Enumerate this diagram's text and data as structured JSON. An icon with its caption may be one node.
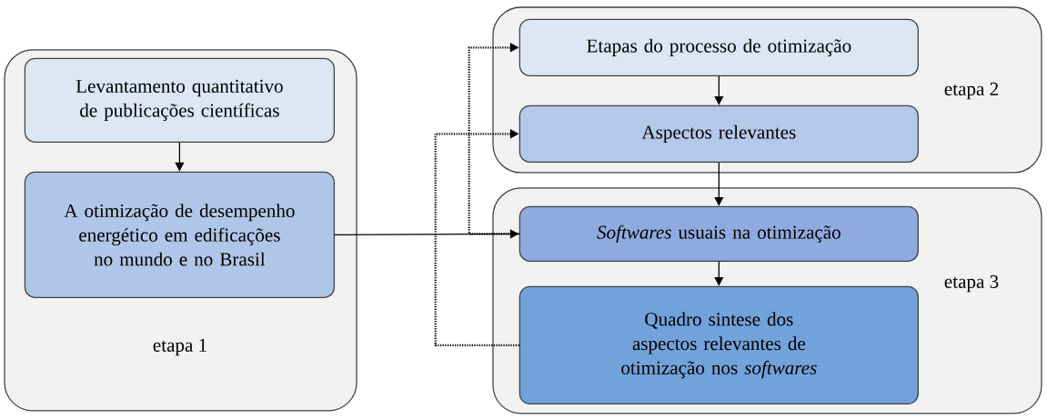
{
  "diagram": {
    "nodes": [
      {
        "text": [
          "etapa 1"
        ]
      },
      {
        "text": [
          "Levantamento quantitativo de publicações científicas"
        ],
        "in": 0
      },
      {
        "text": [
          "A otimização de desempenho energético em edificações no mundo e no Brasil"
        ],
        "in": 0
      },
      {
        "text": [
          "etapa 2"
        ]
      },
      {
        "text": [
          "Etapas do processo de otimização"
        ],
        "in": 3
      },
      {
        "text": [
          "Aspectos relevantes"
        ],
        "in": 3
      },
      {
        "text": [
          "etapa 3"
        ]
      },
      {
        "text": [
          "*Softwares* usuais na otimização"
        ],
        "in": 6
      },
      {
        "text": [
          "Quadro sintese dos aspectos relevantes de otimização nos *softwares*"
        ],
        "in": 6
      }
    ],
    "edges": [
      {
        "from": 1,
        "to": 2,
        "arrow": "to"
      },
      {
        "from": 4,
        "to": 5,
        "arrow": "to"
      },
      {
        "from": 5,
        "to": 7,
        "arrow": "to"
      },
      {
        "from": 7,
        "to": 8,
        "arrow": "to"
      },
      {
        "from": 2,
        "to": 7,
        "arrow": "to"
      },
      {
        "from": 7,
        "to": 4,
        "arrow": "to",
        "style": "dashed"
      },
      {
        "from": 8,
        "to": 5,
        "arrow": "to",
        "style": "dashed"
      }
    ]
  }
}
